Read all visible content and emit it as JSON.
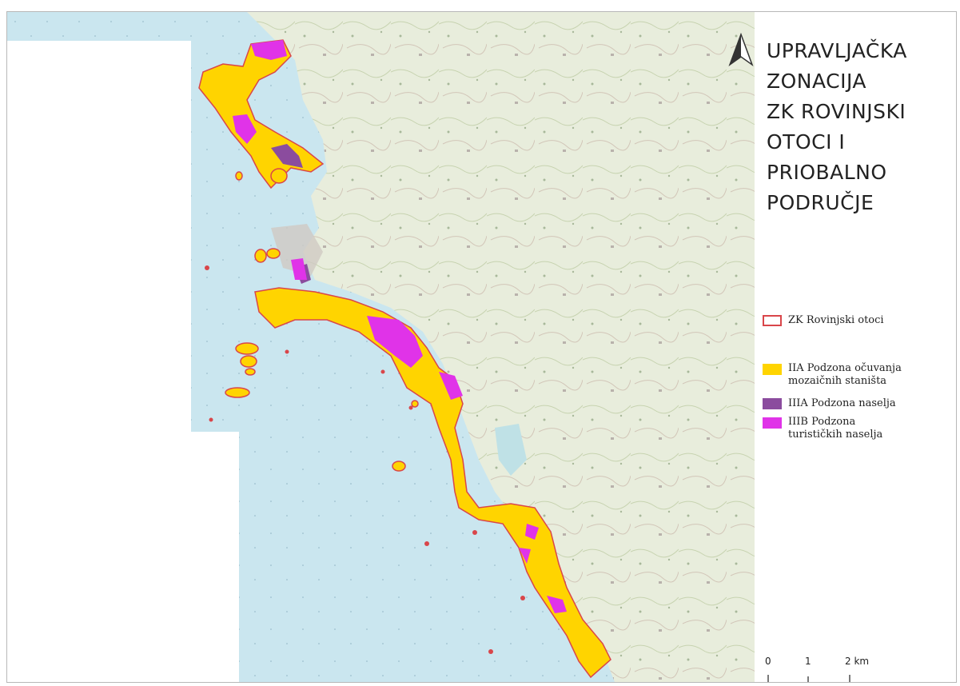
{
  "title_lines": [
    "UPRAVLJAČKA",
    "ZONACIJA",
    "ZK ROVINJSKI",
    "OTOCI I",
    "PRIOBALNO",
    "PODRUČJE"
  ],
  "legend": [
    {
      "label": "ZK Rovinjski otoci",
      "type": "outline",
      "color": "#d9464a"
    },
    {
      "label_lines": [
        "IIA Podzona očuvanja",
        "mozaičnih staništa"
      ],
      "type": "fill",
      "color": "#ffd400"
    },
    {
      "label_lines": [
        "IIIA Podzona naselja"
      ],
      "type": "fill",
      "color": "#8b4c9e"
    },
    {
      "label_lines": [
        "IIIB Podzona",
        "turističkih naselja"
      ],
      "type": "fill",
      "color": "#e033e8"
    }
  ],
  "scale_bar": {
    "labels": [
      "0",
      "1",
      "2 km"
    ]
  },
  "colors": {
    "sea": "#c9e6ef",
    "land": "#e9eedc",
    "boundary": "#d9464a",
    "zone_IIA": "#ffd400",
    "zone_IIIA": "#8b4c9e",
    "zone_IIIB": "#e033e8"
  },
  "icons": {
    "north_arrow": "north-arrow-icon"
  }
}
